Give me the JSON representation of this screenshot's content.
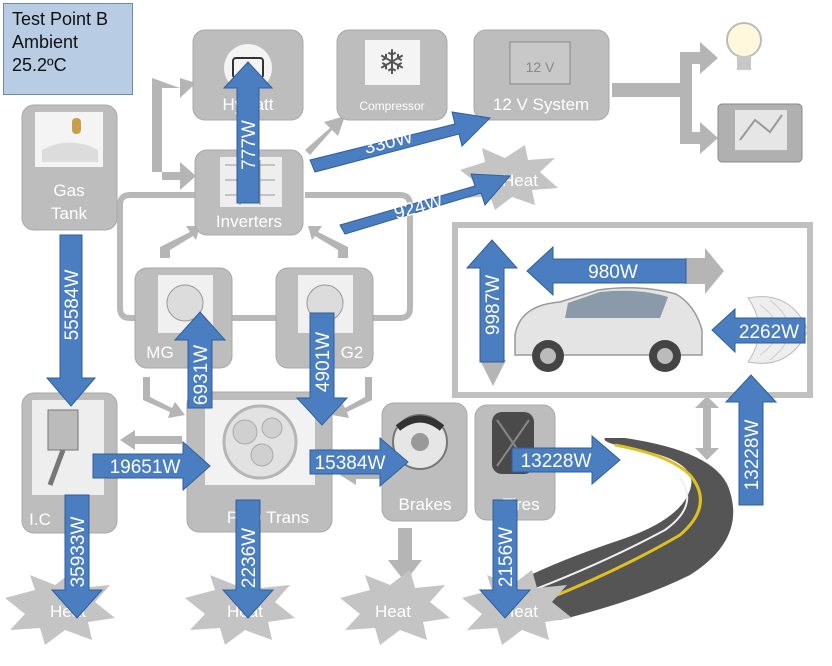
{
  "info_box": {
    "line1": "Test Point B",
    "line2": "Ambient",
    "line3": "25.2ºC"
  },
  "components": {
    "gas_tank": "Gas\nTank",
    "ice": "I.C",
    "inverters": "Inverters",
    "hybatt": "HyBatt",
    "compressor": "Compressor",
    "v12_system": "12 V System",
    "battery_label": "12 V",
    "mg1": "MG",
    "mg2": "G2",
    "psd": "PSD  Trans",
    "brakes": "Brakes",
    "tires": "Tires"
  },
  "heat_label": "Heat",
  "flows": {
    "gas_to_ice": "55584W",
    "hybatt_to_inverters": "777W",
    "to_12v": "330W",
    "inverter_heat": "924W",
    "ice_to_psd": "19651W",
    "mg1": "6931W",
    "mg2": "4901W",
    "psd_to_brakes": "15384W",
    "tires_to_road": "13228W",
    "road_to_car": "13228W",
    "ice_heat": "35933W",
    "psd_heat": "2236W",
    "tires_heat": "2156W",
    "vertical_car": "9987W",
    "aero_drag": "980W",
    "air_resistance": "2262W"
  },
  "colors": {
    "flow_arrow": "#4a7ec1",
    "box": "#bdbdbd",
    "info_box": "#b8cce4"
  }
}
